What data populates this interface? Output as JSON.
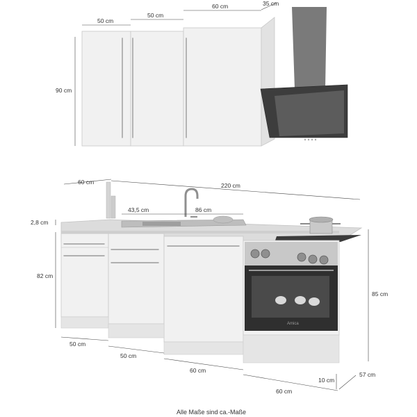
{
  "dimensions": {
    "wall_width_1": "50 cm",
    "wall_width_2": "50 cm",
    "wall_width_3": "60 cm",
    "hood_depth": "35 cm",
    "wall_height": "90 cm",
    "top_depth": "60 cm",
    "total_width": "220 cm",
    "sink_offset": "43,5 cm",
    "sink_width": "86 cm",
    "worktop_thickness": "2,8 cm",
    "base_height_82": "82 cm",
    "base_height_85": "85 cm",
    "base_width_1": "50 cm",
    "base_width_2": "50 cm",
    "base_width_3": "60 cm",
    "base_width_4": "60 cm",
    "plinth_height": "10 cm",
    "base_depth": "57 cm"
  },
  "appliances": {
    "oven_brand": "Amica"
  },
  "footer": {
    "note": "Alle Maße sind ca.-Maße"
  },
  "colors": {
    "cabinet_front": "#f1f1f1",
    "worktop": "#d6d6d6",
    "appliance_dark": "#2f2f2f",
    "dimension_line": "#444444"
  }
}
